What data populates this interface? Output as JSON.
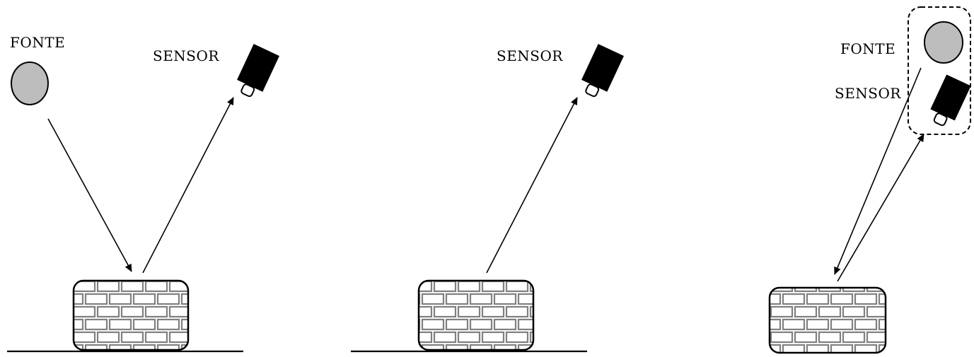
{
  "labels": {
    "source": "FONTE",
    "sensor": "SENSOR"
  },
  "colors": {
    "source_fill": "#bdbdbd",
    "sensor_fill": "#000000",
    "brick_mortar": "#808080",
    "line": "#000000"
  },
  "icons": {
    "source": "circle",
    "sensor": "camera-sensor",
    "target": "brick-wall"
  }
}
